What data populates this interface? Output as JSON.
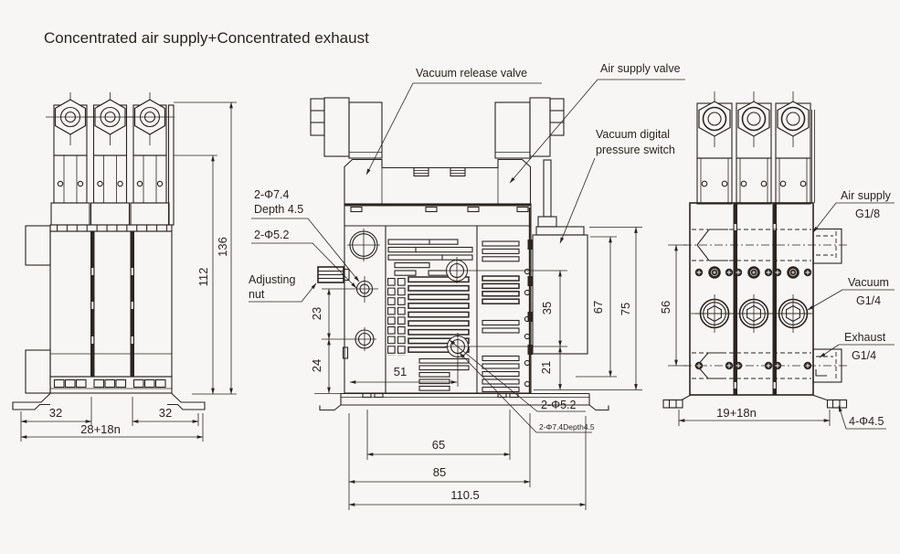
{
  "title": "Concentrated air supply+Concentrated exhaust",
  "colors": {
    "ink": "#2b2420",
    "bg": "#f7f6f4"
  },
  "front_view": {
    "dims": {
      "d136": "136",
      "d112": "112",
      "d32a": "32",
      "d32b": "32",
      "pitch": "28+18n"
    }
  },
  "center_view": {
    "callouts": {
      "vacuum_release_valve": "Vacuum release valve",
      "air_supply_valve": "Air supply valve",
      "pressure_switch_l1": "Vacuum digital",
      "pressure_switch_l2": "pressure switch",
      "counterbore_l1": "2-Φ7.4",
      "counterbore_l2": "Depth 4.5",
      "through_hole": "2-Φ5.2",
      "adjusting_nut_l1": "Adjusting",
      "adjusting_nut_l2": "nut",
      "through_hole_bottom": "2-Φ5.2",
      "counterbore_bottom": "2-Φ7.4Depth4.5"
    },
    "dims": {
      "d23": "23",
      "d24": "24",
      "d51": "51",
      "d35": "35",
      "d21": "21",
      "d67": "67",
      "d75": "75",
      "d65": "65",
      "d85": "85",
      "d110_5": "110.5"
    }
  },
  "side_view": {
    "callouts": {
      "air_supply": "Air supply",
      "air_supply_port": "G1/8",
      "vacuum": "Vacuum",
      "vacuum_port": "G1/4",
      "exhaust": "Exhaust",
      "exhaust_port": "G1/4",
      "feet_holes": "4-Φ4.5"
    },
    "dims": {
      "d56": "56",
      "pitch": "19+18n"
    }
  }
}
